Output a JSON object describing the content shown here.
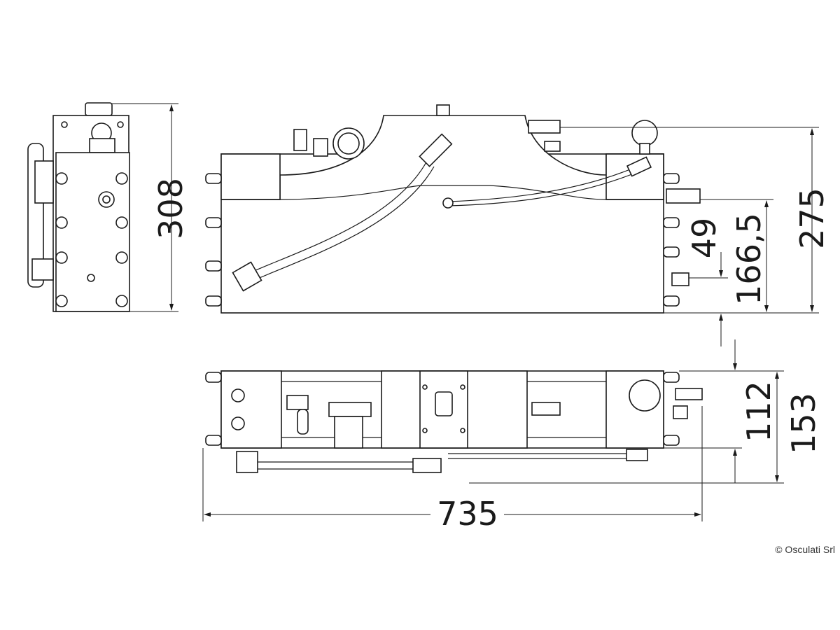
{
  "dimensions": {
    "side_height": "308",
    "front_height": "275",
    "outlet_height": "166,5",
    "inlet_height": "49",
    "top_depth": "112",
    "top_depth_total": "153",
    "overall_length": "735"
  },
  "copyright": "© Osculati Srl"
}
